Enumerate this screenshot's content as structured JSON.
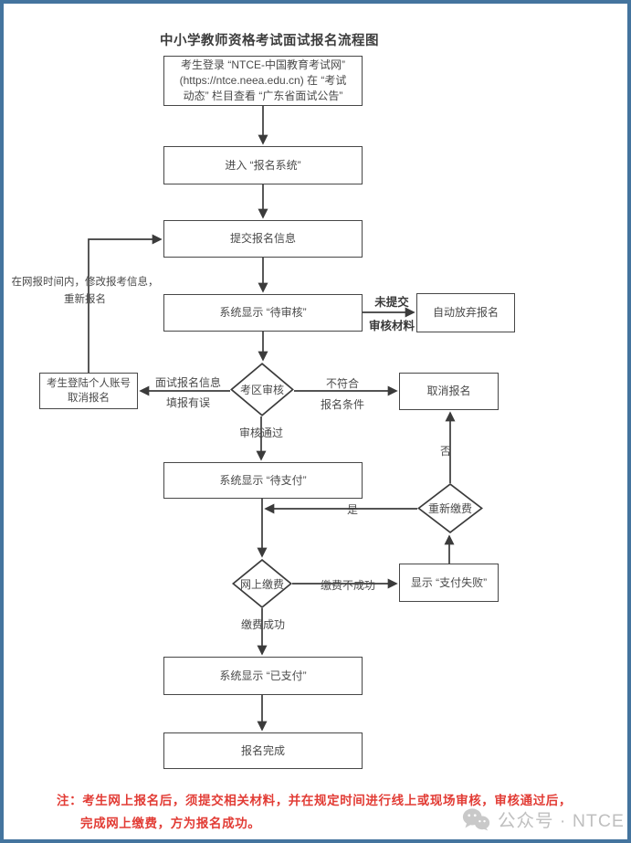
{
  "page": {
    "title": "中小学教师资格考试面试报名流程图",
    "border_color": "#44749e",
    "line_color": "#3b3b3b",
    "note_color": "#e23c35"
  },
  "nodes": {
    "login": "考生登录 “NTCE-中国教育考试网”\n(https://ntce.neea.edu.cn) 在 “考试\n动态” 栏目查看 “广东省面试公告”",
    "enter_system": "进入 “报名系统”",
    "submit_info": "提交报名信息",
    "pending_review": "系统显示 “待审核”",
    "auto_abandon": "自动放弃报名",
    "district_review": "考区审核",
    "login_cancel": "考生登陆个人账号\n取消报名",
    "cancel": "取消报名",
    "pending_pay": "系统显示 “待支付”",
    "repay": "重新缴费",
    "online_pay": "网上缴费",
    "pay_fail": "显示 “支付失败”",
    "paid": "系统显示 “已支付”",
    "complete": "报名完成"
  },
  "edge_labels": {
    "modify_rereg": "在网报时间内，修改报考信息，\n重新报名",
    "not_submitted": "未提交\n审核材料",
    "info_error": "面试报名信息\n填报有误",
    "not_qualified": "不符合\n报名条件",
    "review_pass": "审核通过",
    "no": "否",
    "yes": "是",
    "pay_not_success": "缴费不成功",
    "pay_success": "缴费成功"
  },
  "note": {
    "line1": "注：考生网上报名后，须提交相关材料，并在规定时间进行线上或现场审核，审核通过后，",
    "line2": "完成网上缴费，方为报名成功。"
  },
  "watermark": {
    "icon": "wechat-icon",
    "text": "公众号 · NTCE"
  }
}
